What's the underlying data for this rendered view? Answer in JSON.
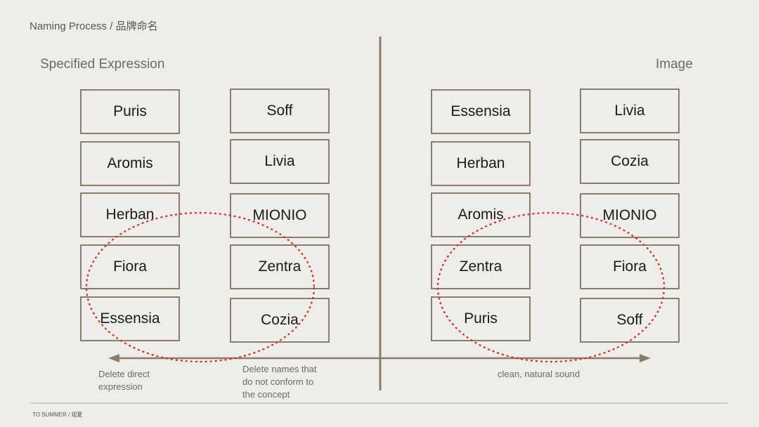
{
  "slide": {
    "title": "Naming Process / 品牌命名",
    "left_heading": "Specified Expression",
    "right_heading": "Image",
    "footer": "TO SUMMER / 观夏"
  },
  "columns": {
    "left_a": [
      "Puris",
      "Aromis",
      "Herban",
      "Fiora",
      "Essensia"
    ],
    "left_b": [
      "Soff",
      "Livia",
      "MIONIO",
      "Zentra",
      "Cozia"
    ],
    "right_a": [
      "Essensia",
      "Herban",
      "Aromis",
      "Zentra",
      "Puris"
    ],
    "right_b": [
      "Livia",
      "Cozia",
      "MIONIO",
      "Fiora",
      "Soff"
    ]
  },
  "notes": {
    "delete_direct": [
      "Delete direct",
      "expression"
    ],
    "delete_concept": [
      "Delete names that",
      "do not conform to",
      "the concept"
    ],
    "clean_sound": "clean, natural sound"
  },
  "colors": {
    "background": "#efede9",
    "box_border": "#8b7d6b",
    "axis": "#8b7d6b",
    "ellipse": "#d42a2a"
  }
}
